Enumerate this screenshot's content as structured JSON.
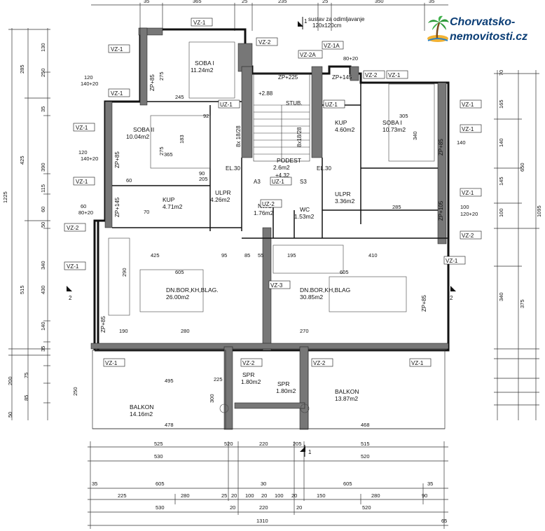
{
  "logo": {
    "line1": "Chorvatsko-",
    "line2": "nemovitosti.cz"
  },
  "note": {
    "line1": "sustav za odimljavanje",
    "line2": "120x120cm"
  },
  "rooms": [
    {
      "name": "SOBA I",
      "area": "11.24m2"
    },
    {
      "name": "SOBA II",
      "area": "10.04m2"
    },
    {
      "name": "KUP",
      "area": "4.71m2"
    },
    {
      "name": "ULPR",
      "area": "4.26m2"
    },
    {
      "name": "PODEST",
      "area": "2.6m2"
    },
    {
      "name": "KUP",
      "area": "4.60m2"
    },
    {
      "name": "SOBA I",
      "area": "10.73m2"
    },
    {
      "name": "ULPR",
      "area": "3.36m2"
    },
    {
      "name": "WC",
      "area": "1.53m2"
    },
    {
      "name": "NWC",
      "area": "1.76m2"
    },
    {
      "name": "DN.BOR,KH,BLAG.",
      "area": "26.00m2"
    },
    {
      "name": "DN.BOR,KH,BLAG",
      "area": "30.85m2"
    },
    {
      "name": "SPR",
      "area": "1.80m2"
    },
    {
      "name": "SPR",
      "area": "1.80m2"
    },
    {
      "name": "BALKON",
      "area": "14.16m2"
    },
    {
      "name": "BALKON",
      "area": "13.87m2"
    }
  ],
  "labels": {
    "vz1": "VZ-1",
    "vz2": "VZ-2",
    "vz2a": "VZ-2A",
    "vz1a": "VZ-1A",
    "vz3": "VZ-3",
    "uz1": "UZ-1",
    "uz2": "UZ-2",
    "zp225": "ZP+225",
    "zp145": "ZP+145",
    "zp85": "ZP+85",
    "zp105": "ZP+105",
    "stub": "STUB.",
    "stair1": "8x 18/28",
    "stair2": "8x18/28",
    "el1": "EL.30",
    "el2": "EL.30",
    "a3": "A3",
    "s3": "S3",
    "lvl": "+2.88",
    "lvl2": "+4.32",
    "sec1": "1",
    "sec2": "2"
  },
  "top_dims": [
    "35",
    "365",
    "25",
    "235",
    "25",
    "350",
    "35"
  ],
  "bottom_dims": {
    "row1": [
      "525",
      "520",
      "220",
      "205",
      "515"
    ],
    "row2": [
      "530",
      "520"
    ],
    "row3": [
      "35",
      "605",
      "30",
      "605",
      "35"
    ],
    "row4": [
      "225",
      "280",
      "25",
      "20",
      "100",
      "20",
      "100",
      "20",
      "150",
      "280",
      "90"
    ],
    "row5": [
      "530",
      "20",
      "220",
      "20",
      "520"
    ],
    "total": "1310",
    "end": "65"
  },
  "left_dims": {
    "outer": [
      "1225"
    ],
    "col1": [
      "285",
      "425",
      "515"
    ],
    "col2": [
      "130",
      "250",
      "35",
      "390",
      "115",
      "60",
      "50",
      "340",
      "430",
      "140",
      "35"
    ]
  },
  "right_dims": {
    "outer": [
      "1095"
    ],
    "col1": [
      "650",
      "375"
    ],
    "col2": [
      "70",
      "165",
      "140",
      "145",
      "100",
      "340"
    ],
    "col3": [
      "305"
    ]
  },
  "misc_dims": [
    "120",
    "140+20",
    "140+20",
    "80+20",
    "100",
    "120+20",
    "80+20",
    "60",
    "140",
    "120",
    "60",
    "70",
    "205",
    "225",
    "92",
    "90",
    "183",
    "275",
    "245",
    "275",
    "365",
    "305",
    "340",
    "285",
    "605",
    "605",
    "425",
    "290",
    "280",
    "270",
    "190",
    "410",
    "195",
    "95",
    "85",
    "55",
    "478",
    "468",
    "495",
    "300",
    "250",
    "200",
    "75",
    "85",
    "50"
  ]
}
